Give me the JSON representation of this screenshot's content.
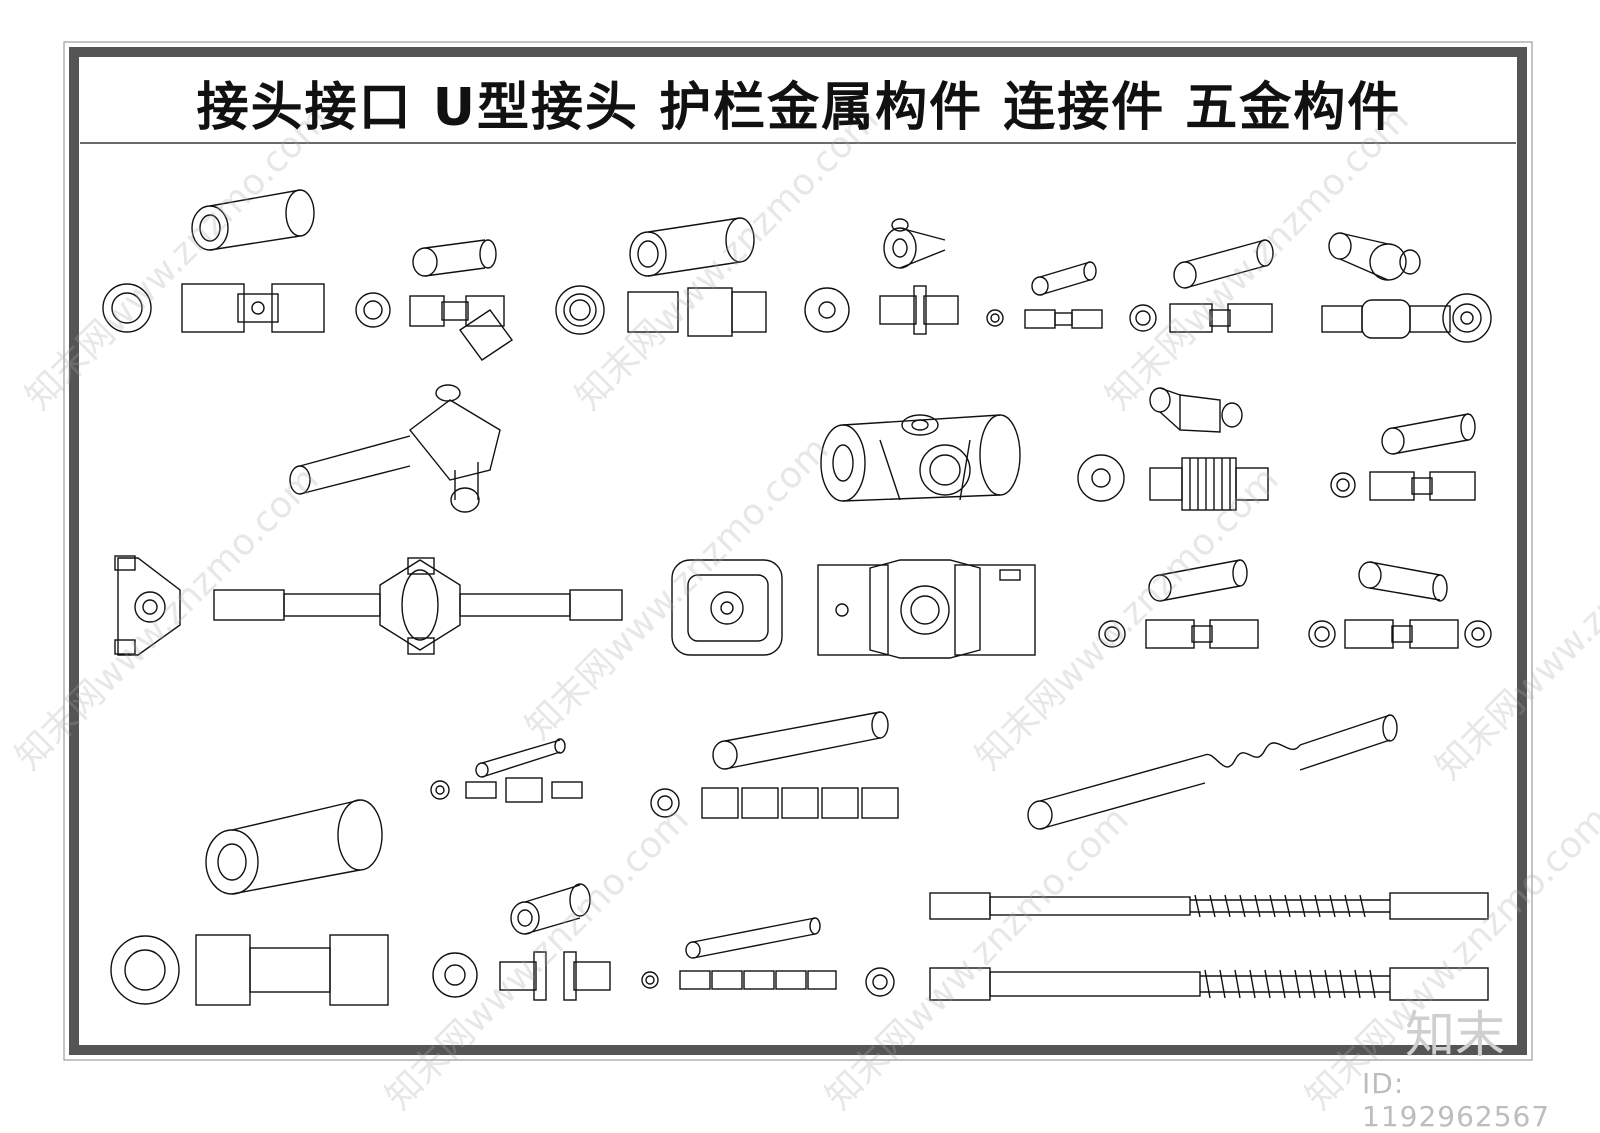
{
  "title": "接头接口 U型接头 护栏金属构件 连接件 五金构件",
  "watermark": "知末网www.znzmo.com",
  "logo": "知末",
  "id_label": "ID: 1192962567",
  "colors": {
    "line": "#111111",
    "frame": "#555555",
    "watermark": "#aaaaaa"
  }
}
